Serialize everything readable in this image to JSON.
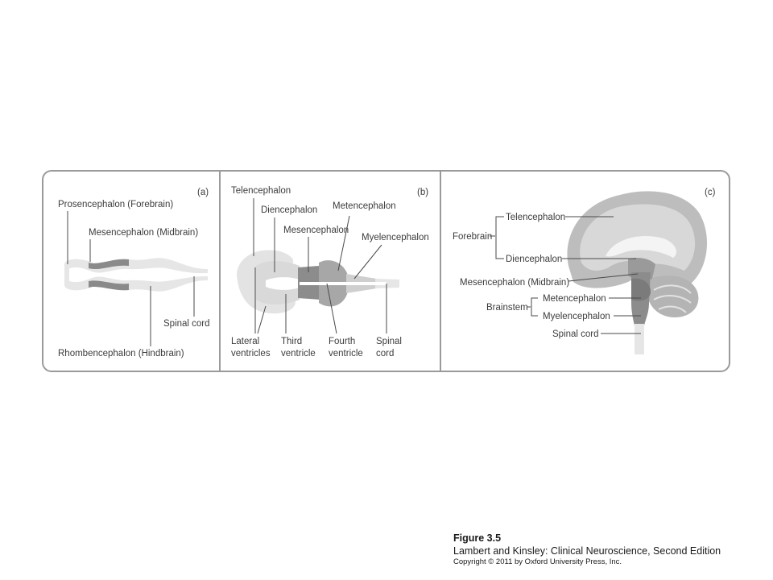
{
  "panels": {
    "a": {
      "letter": "(a)",
      "prosencephalon": "Prosencephalon (Forebrain)",
      "mesencephalon": "Mesencephalon (Midbrain)",
      "spinal_cord": "Spinal cord",
      "rhombencephalon": "Rhombencephalon (Hindbrain)"
    },
    "b": {
      "letter": "(b)",
      "telencephalon": "Telencephalon",
      "diencephalon": "Diencephalon",
      "metencephalon": "Metencephalon",
      "mesencephalon": "Mesencephalon",
      "myelencephalon": "Myelencephalon",
      "lateral_ventricles": [
        "Lateral",
        "ventricles"
      ],
      "third_ventricle": [
        "Third",
        "ventricle"
      ],
      "fourth_ventricle": [
        "Fourth",
        "ventricle"
      ],
      "spinal_cord": [
        "Spinal",
        "cord"
      ]
    },
    "c": {
      "letter": "(c)",
      "forebrain": "Forebrain",
      "telencephalon": "Telencephalon",
      "diencephalon": "Diencephalon",
      "mesencephalon": "Mesencephalon (Midbrain)",
      "brainstem": "Brainstem",
      "metencephalon": "Metencephalon",
      "myelencephalon": "Myelencephalon",
      "spinal_cord": "Spinal cord"
    }
  },
  "caption": {
    "title": "Figure 3.5",
    "book": "Lambert and Kinsley: Clinical Neuroscience, Second Edition",
    "copyright": "Copyright © 2011 by Oxford University Press, Inc."
  }
}
